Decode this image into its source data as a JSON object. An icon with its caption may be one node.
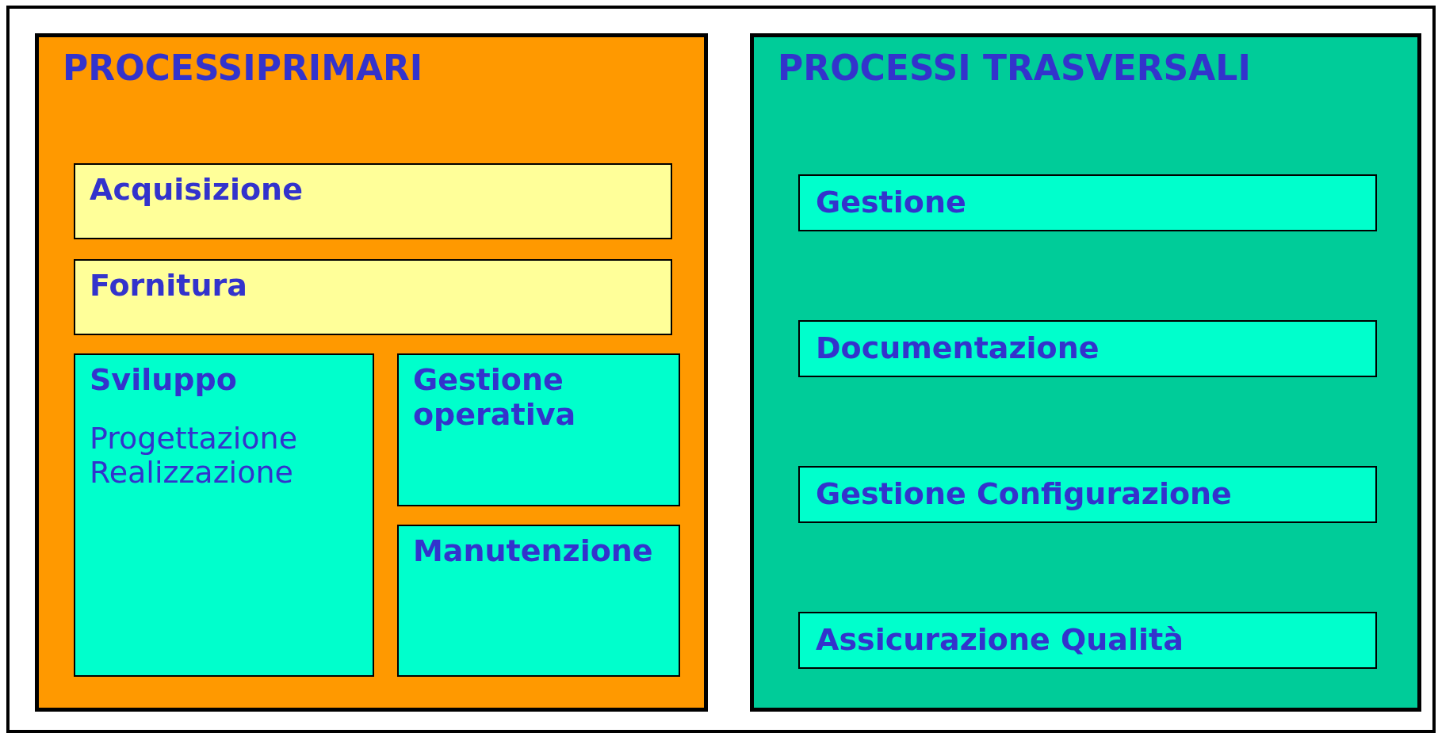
{
  "diagram": {
    "nodes": [
      {
        "text": [
          "PROCESSIPRIMARI"
        ]
      },
      {
        "text": [
          "Acquisizione"
        ],
        "in": 0
      },
      {
        "text": [
          "Fornitura"
        ],
        "in": 0
      },
      {
        "text": [
          "Sviluppo",
          "Progettazione Realizzazione"
        ],
        "in": 0
      },
      {
        "text": [
          "Gestione operativa"
        ],
        "in": 0
      },
      {
        "text": [
          "Manutenzione"
        ],
        "in": 0
      },
      {
        "text": [
          "PROCESSI TRASVERSALI"
        ]
      },
      {
        "text": [
          "Gestione"
        ],
        "in": 6
      },
      {
        "text": [
          "Documentazione"
        ],
        "in": 6
      },
      {
        "text": [
          "Gestione Configurazione"
        ],
        "in": 6
      },
      {
        "text": [
          "Assicurazione Qualità"
        ],
        "in": 6
      }
    ]
  }
}
